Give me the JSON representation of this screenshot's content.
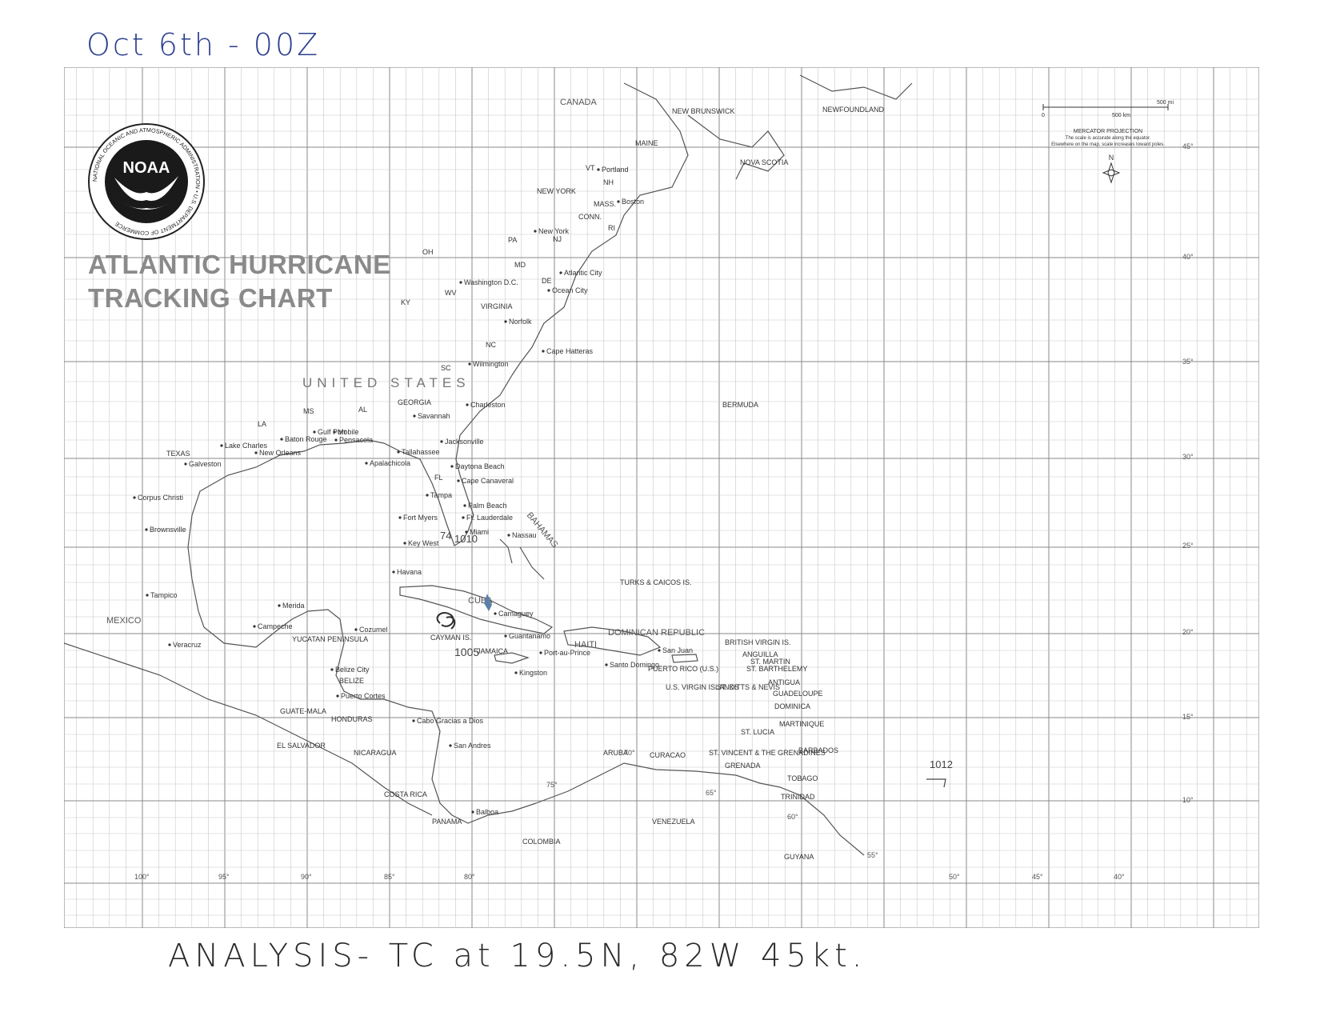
{
  "handwriting": {
    "top": "Oct 6th - 00Z",
    "bottom": "ANALYSIS- TC at 19.5N, 82W 45kt."
  },
  "title": {
    "line1": "ATLANTIC HURRICANE",
    "line2": "TRACKING CHART"
  },
  "logo": {
    "name": "NOAA",
    "ring_text": "NATIONAL OCEANIC AND ATMOSPHERIC ADMINISTRATION • U.S. DEPARTMENT OF COMMERCE"
  },
  "projection_note": {
    "line1": "MERCATOR PROJECTION",
    "line2": "The scale is accurate along the equator.",
    "line3": "Elsewhere on the map, scale increases toward poles.",
    "scale_left": "0",
    "scale_mid": "500 km",
    "scale_right": "500 mi",
    "north": "N"
  },
  "lat_labels": [
    "45°",
    "40°",
    "35°",
    "30°",
    "25°",
    "20°",
    "15°",
    "10°"
  ],
  "lon_labels": [
    "100°",
    "95°",
    "90°",
    "85°",
    "80°",
    "50°",
    "45°",
    "40°"
  ],
  "inner_lon_labels": [
    "75°",
    "70°",
    "65°",
    "60°",
    "55°"
  ],
  "regions": {
    "canada": "CANADA",
    "new_brunswick": "NEW BRUNSWICK",
    "newfoundland": "NEWFOUNDLAND",
    "maine": "MAINE",
    "nova_scotia": "NOVA SCOTIA",
    "united_states": "UNITED STATES",
    "mexico": "MEXICO",
    "texas": "TEXAS",
    "bahamas": "BAHAMAS",
    "cuba": "CUBA",
    "jamaica": "JAMAICA",
    "haiti": "HAITI",
    "dominican_republic": "DOMINICAN REPUBLIC",
    "belize": "BELIZE",
    "honduras": "HONDURAS",
    "guatemala": "GUATE-MALA",
    "el_salvador": "EL SALVADOR",
    "nicaragua": "NICARAGUA",
    "costa_rica": "COSTA RICA",
    "panama": "PANAMA",
    "colombia": "COLOMBIA",
    "venezuela": "VENEZUELA",
    "guyana": "GUYANA",
    "bermuda": "BERMUDA",
    "turks": "TURKS & CAICOS IS.",
    "cayman": "CAYMAN IS.",
    "yucatan": "YUCATAN PENINSULA",
    "puerto_rico": "PUERTO RICO (U.S.)",
    "bvi": "BRITISH VIRGIN IS.",
    "usvi": "U.S. VIRGIN ISLANDS",
    "anguilla": "ANGUILLA",
    "st_martin": "ST. MARTIN",
    "st_barth": "ST. BARTHELEMY",
    "antigua": "ANTIGUA",
    "stkitts": "ST. KITTS & NEVIS",
    "guadeloupe": "GUADELOUPE",
    "dominica": "DOMINICA",
    "martinique": "MARTINIQUE",
    "stlucia": "ST. LUCIA",
    "stvincent": "ST. VINCENT & THE GRENADINES",
    "barbados": "BARBADOS",
    "grenada": "GRENADA",
    "tobago": "TOBAGO",
    "trinidad": "TRINIDAD",
    "aruba": "ARUBA",
    "curacao": "CURACAO"
  },
  "states": [
    "VT",
    "NH",
    "MASS.",
    "CONN.",
    "RI",
    "NEW YORK",
    "NJ",
    "PA",
    "OH",
    "MD",
    "DE",
    "WV",
    "VIRGINIA",
    "KY",
    "NC",
    "SC",
    "GEORGIA",
    "AL",
    "MS",
    "LA",
    "FL"
  ],
  "cities": [
    "Portland",
    "Boston",
    "New York",
    "Atlantic City",
    "Washington D.C.",
    "Ocean City",
    "Norfolk",
    "Cape Hatteras",
    "Wilmington",
    "Charleston",
    "Savannah",
    "Jacksonville",
    "Tallahassee",
    "Apalachicola",
    "Pensacola",
    "Mobile",
    "Gulf Port",
    "Baton Rouge",
    "New Orleans",
    "Lake Charles",
    "Galveston",
    "Corpus Christi",
    "Brownsville",
    "Daytona Beach",
    "Cape Canaveral",
    "Tampa",
    "Palm Beach",
    "Ft. Lauderdale",
    "Miami",
    "Fort Myers",
    "Key West",
    "Nassau",
    "Havana",
    "Camaguey",
    "Guantanamo",
    "Kingston",
    "Port-au-Prince",
    "Santo Domingo",
    "San Juan",
    "Merida",
    "Campeche",
    "Cozumel",
    "Veracruz",
    "Tampico",
    "Belize City",
    "Puerto Cortes",
    "Cabo Gracias a Dios",
    "San Andres",
    "Balboa"
  ],
  "annotations": {
    "storm_pressure": "1005",
    "storm_near_keywest": "1010",
    "storm_near_keywest_b": "74",
    "pressure_east": "1012"
  }
}
